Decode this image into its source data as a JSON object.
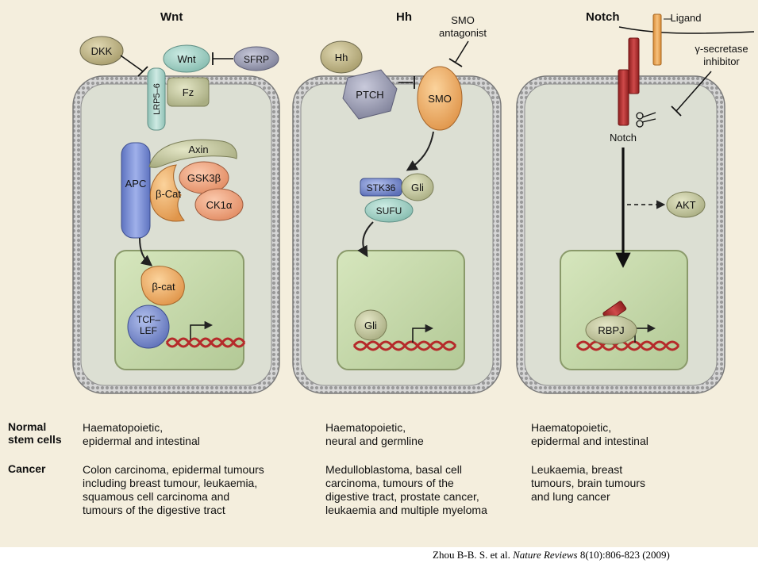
{
  "colors": {
    "paper": "#f4eedd",
    "membrane": "#8d8d8d",
    "cell_interior": "#d9dcd0",
    "nucleus_fill": "#c9dbb0",
    "nucleus_border": "#8a9a6a",
    "dna_red": "#b52a2a",
    "protein_green": "#c4c79e",
    "protein_teal": "#a7d1c7",
    "protein_blue": "#7c8ecf",
    "protein_orange": "#f2b46e",
    "protein_salmon": "#f0a57e",
    "protein_grey": "#9a9cb6",
    "protein_tan": "#c6bc8e",
    "notch_red": "#b83232",
    "ligand_orange": "#eea247",
    "arrow": "#222222"
  },
  "panels": {
    "wnt": {
      "title": "Wnt",
      "proteins": {
        "dkk": "DKK",
        "wnt": "Wnt",
        "sfrp": "SFRP",
        "lrp": "LRP5–6",
        "fz": "Fz",
        "apc": "APC",
        "axin": "Axin",
        "bcat_complex": "β-Cat",
        "gsk": "GSK3β",
        "ck1": "CK1α",
        "bcat_nuclear": "β-cat",
        "tcf": "TCF–\nLEF"
      }
    },
    "hh": {
      "title": "Hh",
      "smo_antagonist": "SMO\nantagonist",
      "proteins": {
        "hh": "Hh",
        "ptch": "PTCH",
        "smo": "SMO",
        "stk36": "STK36",
        "gli": "Gli",
        "sufu": "SUFU",
        "gli_nuclear": "Gli"
      }
    },
    "notch": {
      "title": "Notch",
      "ligand": "Ligand",
      "gamma_inhibitor": "γ-secretase\ninhibitor",
      "proteins": {
        "notch": "Notch",
        "akt": "AKT",
        "rbpj": "RBPJ"
      }
    }
  },
  "rows": {
    "normal_label": "Normal\nstem cells",
    "cancer_label": "Cancer",
    "wnt_normal": "Haematopoietic,\nepidermal and intestinal",
    "hh_normal": "Haematopoietic,\nneural and germline",
    "notch_normal": "Haematopoietic,\nepidermal and intestinal",
    "wnt_cancer": "Colon carcinoma, epidermal tumours\nincluding breast tumour, leukaemia,\nsquamous cell carcinoma and\ntumours of the digestive tract",
    "hh_cancer": "Medulloblastoma, basal cell\ncarcinoma, tumours of the\ndigestive tract, prostate cancer,\nleukaemia and multiple myeloma",
    "notch_cancer": "Leukaemia, breast\ntumours, brain tumours\nand lung cancer"
  },
  "citation": {
    "authors": "Zhou B-B. S. et al.",
    "journal": "Nature Reviews",
    "ref": "8(10):806-823  (2009)"
  }
}
